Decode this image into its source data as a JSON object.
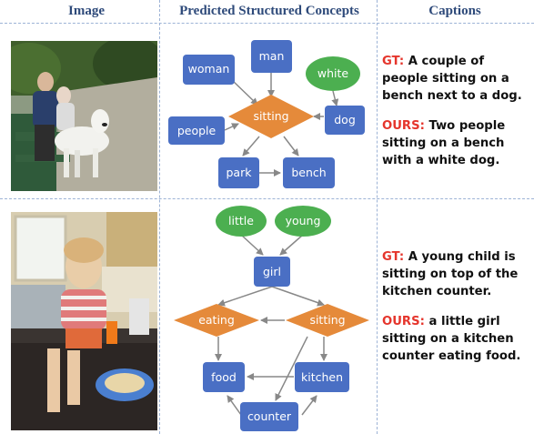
{
  "headers": {
    "image": "Image",
    "concepts": "Predicted Structured Concepts",
    "captions": "Captions"
  },
  "colors": {
    "object": "#4a6fc4",
    "attribute": "#4caf50",
    "relation": "#e58a3a",
    "gt_label": "#e5352c",
    "header": "#2e4a7a"
  },
  "rows": [
    {
      "photo_icon": "photo-park-people-white-dog",
      "graph": {
        "nodes": {
          "man": "man",
          "woman": "woman",
          "white": "white",
          "sitting": "sitting",
          "people": "people",
          "dog": "dog",
          "park": "park",
          "bench": "bench"
        }
      },
      "gt_label": "GT:",
      "gt_text": "A couple of people sitting on a bench next to a dog.",
      "ours_label": "OURS:",
      "ours_text": "Two people sitting on a bench with a white dog."
    },
    {
      "photo_icon": "photo-girl-kitchen-counter",
      "graph": {
        "nodes": {
          "little": "little",
          "young": "young",
          "girl": "girl",
          "eating": "eating",
          "sitting": "sitting",
          "food": "food",
          "kitchen": "kitchen",
          "counter": "counter"
        }
      },
      "gt_label": "GT:",
      "gt_text": "A young child is sitting on top of the kitchen counter.",
      "ours_label": "OURS:",
      "ours_text": "a little girl sitting on a kitchen counter eating food."
    }
  ]
}
